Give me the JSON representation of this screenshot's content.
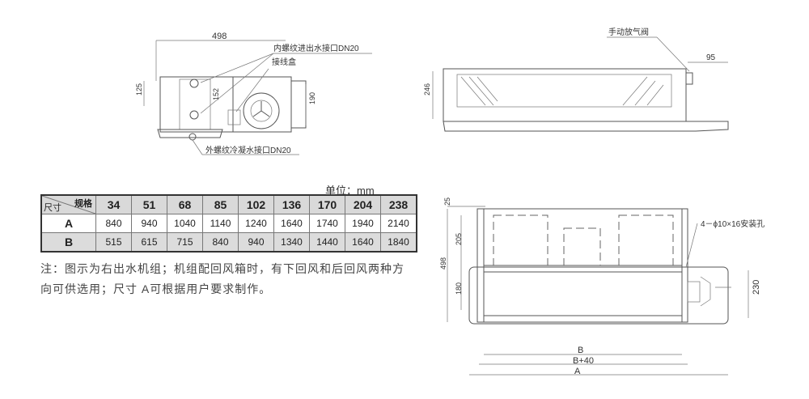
{
  "front_view": {
    "dim_width": "498",
    "label_inlet": "内螺纹进出水接口DN20",
    "label_junction": "接线盒",
    "label_drain": "外螺纹冷凝水接口DN20",
    "dim_125": "125",
    "dim_152": "152",
    "dim_190": "190"
  },
  "side_view": {
    "label_valve": "手动放气阀",
    "dim_95": "95",
    "dim_246": "246"
  },
  "plan_view": {
    "dim_25": "25",
    "dim_498": "498",
    "dim_205": "205",
    "dim_180": "180",
    "dim_230": "230",
    "label_holes": "4－ϕ10×16安装孔",
    "dim_B": "B",
    "dim_B40": "B+40",
    "dim_A": "A"
  },
  "table": {
    "unit": "单位：mm",
    "corner_top": "规格",
    "corner_bottom": "尺寸",
    "headers": [
      "34",
      "51",
      "68",
      "85",
      "102",
      "136",
      "170",
      "204",
      "238"
    ],
    "rows": [
      {
        "label": "A",
        "values": [
          "840",
          "940",
          "1040",
          "1140",
          "1240",
          "1640",
          "1740",
          "1940",
          "2140"
        ]
      },
      {
        "label": "B",
        "values": [
          "515",
          "615",
          "715",
          "840",
          "940",
          "1340",
          "1440",
          "1640",
          "1840"
        ]
      }
    ]
  },
  "note": {
    "line1": "注：图示为右出水机组；机组配回风箱时，有下回风和后回风两种方",
    "line2": "向可供选用；尺寸 A可根据用户要求制作。"
  }
}
